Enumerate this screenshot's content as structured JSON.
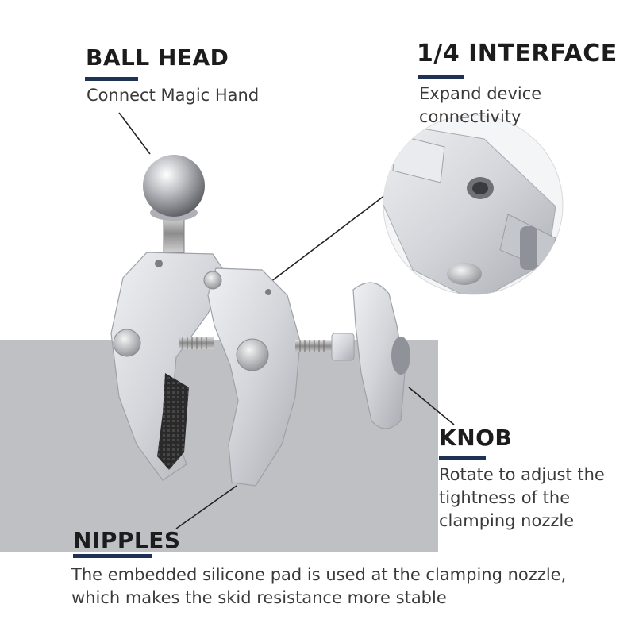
{
  "callouts": {
    "ball_head": {
      "title": "BALL HEAD",
      "lines": [
        "Connect Magic Hand"
      ]
    },
    "interface": {
      "title": "1/4 INTERFACE",
      "lines": [
        "Expand device",
        "connectivity"
      ]
    },
    "knob": {
      "title": "KNOB",
      "lines": [
        "Rotate to adjust the",
        "tightness of the",
        "clamping nozzle"
      ]
    },
    "nipples": {
      "title": "NIPPLES",
      "lines": [
        "The embedded silicone pad is used at the clamping nozzle,",
        "which makes the skid resistance more stable"
      ]
    }
  },
  "colors": {
    "accent_bar": "#1f3154",
    "background_panel": "#bfc0c4",
    "metal": "#d7d9de",
    "grip": "#2a2a2a"
  }
}
